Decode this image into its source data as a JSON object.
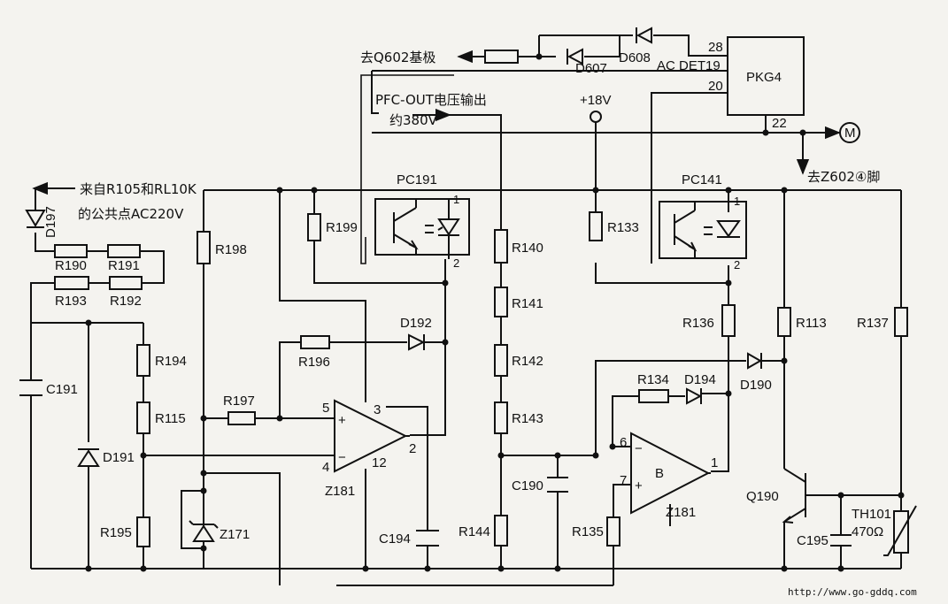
{
  "labels": {
    "to_q602": "去Q602基极",
    "pfc_out": "PFC-OUT电压输出",
    "pfc_voltage": "约380V",
    "v18": "+18V",
    "from_r105": "来自R105和RL10K",
    "common_point": "的公共点AC220V",
    "to_z602": "去Z602④脚",
    "motor": "M",
    "website": "http://www.go-gddq.com"
  },
  "ic": {
    "pkg4": "PKG4",
    "pin28": "28",
    "pin_det": "AC DET19",
    "pin20": "20",
    "pin22": "22"
  },
  "opamps": {
    "a_name": "Z181",
    "a_pin5": "5",
    "a_pin4": "4",
    "a_pin3": "3",
    "a_pin12": "12",
    "a_pin2": "2",
    "b_name": "Z181",
    "b_label": "B",
    "b_pin6": "6",
    "b_pin7": "7",
    "b_pin1": "1"
  },
  "optos": {
    "pc191": "PC191",
    "pc191_pin1": "1",
    "pc191_pin2": "2",
    "pc141": "PC141",
    "pc141_pin1": "1",
    "pc141_pin2": "2"
  },
  "components": {
    "r190": "R190",
    "r191": "R191",
    "r192": "R192",
    "r193": "R193",
    "r194": "R194",
    "r115": "R115",
    "r195": "R195",
    "r196": "R196",
    "r197": "R197",
    "r198": "R198",
    "r199": "R199",
    "r140": "R140",
    "r141": "R141",
    "r142": "R142",
    "r143": "R143",
    "r144": "R144",
    "r133": "R133",
    "r134": "R134",
    "r135": "R135",
    "r136": "R136",
    "r113": "R113",
    "r137": "R137",
    "c190": "C190",
    "c191": "C191",
    "c194": "C194",
    "c195": "C195",
    "d190": "D190",
    "d191": "D191",
    "d192": "D192",
    "d194": "D194",
    "d197": "D197",
    "d607": "D607",
    "d608": "D608",
    "z171": "Z171",
    "q190": "Q190",
    "th101": "TH101",
    "th101_value": "470Ω"
  }
}
